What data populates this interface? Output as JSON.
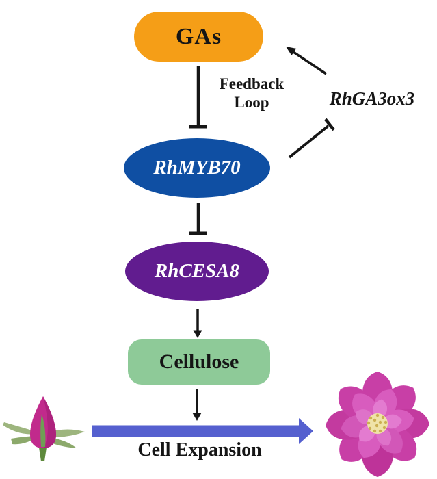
{
  "nodes": {
    "gas": {
      "label": "GAs",
      "fill": "#F59E17",
      "shape": "pill"
    },
    "rhmyb70": {
      "label": "RhMYB70",
      "fill": "#0F4FA3",
      "shape": "ellipse"
    },
    "rhcesa8": {
      "label": "RhCESA8",
      "fill": "#611C8F",
      "shape": "ellipse"
    },
    "cellulose": {
      "label": "Cellulose",
      "fill": "#8ECA98",
      "shape": "rounded-rect"
    }
  },
  "annotations": {
    "feedback_line1": "Feedback",
    "feedback_line2": "Loop",
    "rhga3ox3_label": "RhGA3ox3",
    "cell_expansion_label": "Cell Expansion"
  },
  "edges": [
    {
      "from": "GAs",
      "to": "RhMYB70",
      "type": "inhibition"
    },
    {
      "from": "RhMYB70",
      "to": "RhGA3ox3",
      "type": "inhibition"
    },
    {
      "from": "RhGA3ox3",
      "to": "GAs",
      "type": "activation"
    },
    {
      "from": "RhMYB70",
      "to": "RhCESA8",
      "type": "inhibition"
    },
    {
      "from": "RhCESA8",
      "to": "Cellulose",
      "type": "activation"
    },
    {
      "from": "Cellulose",
      "to": "Cell Expansion",
      "type": "activation"
    }
  ],
  "colors": {
    "connector": "#161616",
    "expansion_arrow": "#5560CF",
    "bud_pink": "#C12A8C",
    "bud_pink_shade": "#A9217A",
    "flower_pink_outer": "#C83FA6",
    "flower_pink_mid": "#D85CBE",
    "flower_pink_inner": "#E37BD0",
    "flower_center": "#EFE3A8",
    "stamen": "#CBB052",
    "leaf_green": "#9DB57E",
    "leaf_green_dark": "#8CA96B",
    "sepal_green": "#6E9E55",
    "stem_green": "#5E8A3C",
    "background": "#FFFFFF"
  },
  "images": {
    "left": "rose-bud-closed",
    "right": "rose-flower-open"
  }
}
